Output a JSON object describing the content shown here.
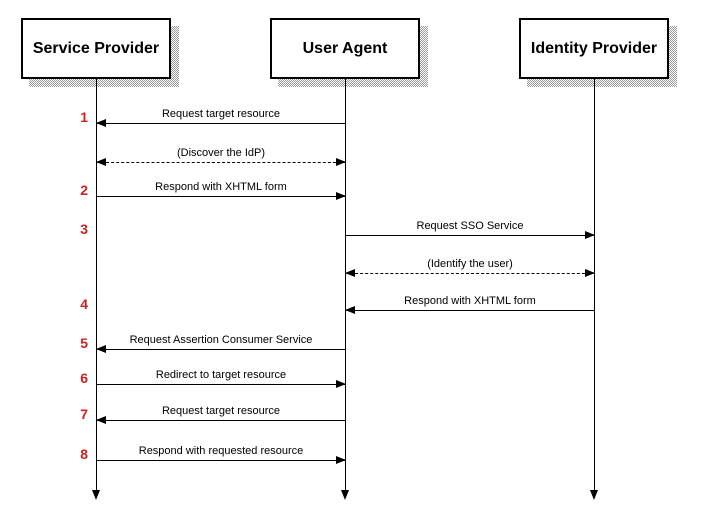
{
  "actors": [
    {
      "label": "Service Provider"
    },
    {
      "label": "User Agent"
    },
    {
      "label": "Identity Provider"
    }
  ],
  "messages": [
    {
      "step": "1",
      "label": "Request target resource",
      "from": "User Agent",
      "to": "Service Provider",
      "line_style": "solid",
      "direction": "left"
    },
    {
      "step": "",
      "label": "(Discover the IdP)",
      "from": "Service Provider",
      "to": "User Agent",
      "line_style": "dashed",
      "direction": "both"
    },
    {
      "step": "2",
      "label": "Respond with XHTML form",
      "from": "Service Provider",
      "to": "User Agent",
      "line_style": "solid",
      "direction": "right"
    },
    {
      "step": "3",
      "label": "Request SSO Service",
      "from": "User Agent",
      "to": "Identity Provider",
      "line_style": "solid",
      "direction": "right"
    },
    {
      "step": "",
      "label": "(Identify the user)",
      "from": "User Agent",
      "to": "Identity Provider",
      "line_style": "dashed",
      "direction": "both"
    },
    {
      "step": "4",
      "label": "Respond with XHTML form",
      "from": "Identity Provider",
      "to": "User Agent",
      "line_style": "solid",
      "direction": "left"
    },
    {
      "step": "5",
      "label": "Request Assertion Consumer Service",
      "from": "User Agent",
      "to": "Service Provider",
      "line_style": "solid",
      "direction": "left"
    },
    {
      "step": "6",
      "label": "Redirect to target resource",
      "from": "Service Provider",
      "to": "User Agent",
      "line_style": "solid",
      "direction": "right"
    },
    {
      "step": "7",
      "label": "Request target resource",
      "from": "User Agent",
      "to": "Service Provider",
      "line_style": "solid",
      "direction": "left"
    },
    {
      "step": "8",
      "label": "Respond with requested resource",
      "from": "Service Provider",
      "to": "User Agent",
      "line_style": "solid",
      "direction": "right"
    }
  ],
  "colors": {
    "step_number": "#cc2222",
    "line": "#000000",
    "background": "#ffffff"
  }
}
